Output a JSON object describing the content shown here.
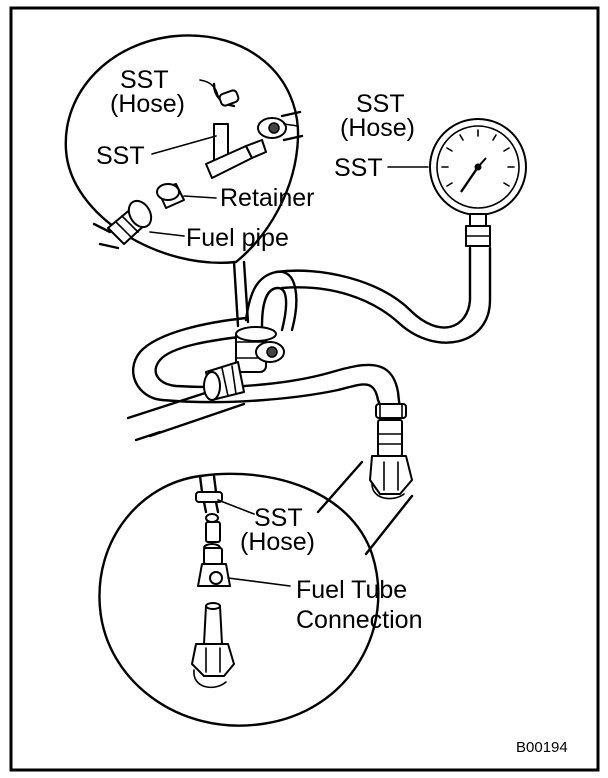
{
  "labels": {
    "sst_hose_top_1": "SST",
    "sst_hose_top_2": "(Hose)",
    "sst_tee": "SST",
    "retainer": "Retainer",
    "fuel_pipe": "Fuel pipe",
    "sst_hose_right_1": "SST",
    "sst_hose_right_2": "(Hose)",
    "sst_gauge": "SST",
    "sst_hose_bottom_1": "SST",
    "sst_hose_bottom_2": "(Hose)",
    "fuel_tube_1": "Fuel Tube",
    "fuel_tube_2": "Connection"
  },
  "figure_code": "B00194"
}
